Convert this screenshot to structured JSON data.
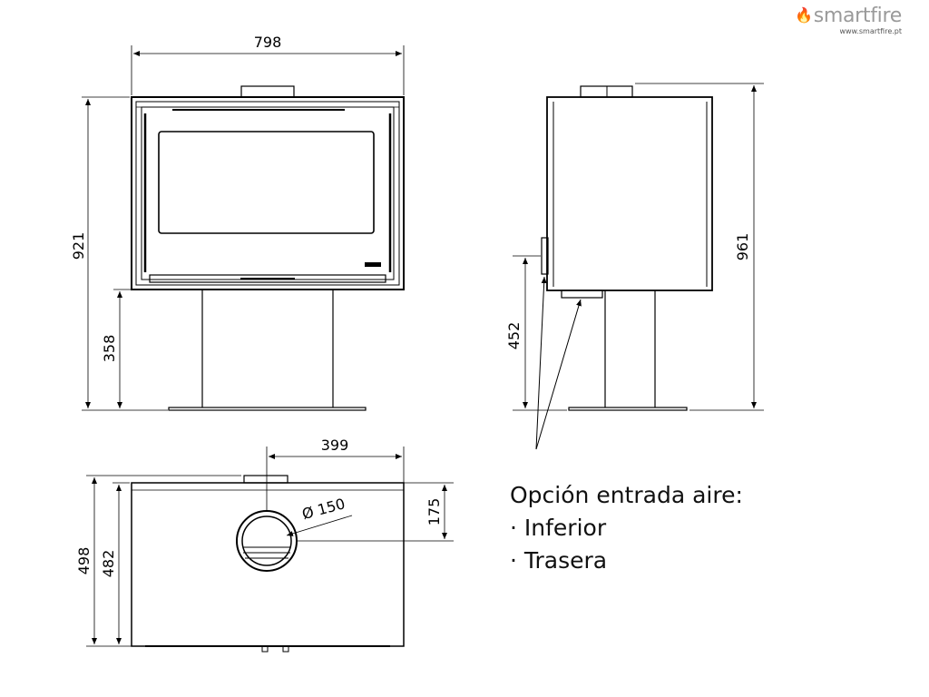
{
  "brand": {
    "name": "smartfire",
    "url": "www.smartfire.pt"
  },
  "dimensions": {
    "front_width": "798",
    "front_height": "921",
    "front_base_height": "358",
    "side_height": "961",
    "side_inlet_height": "452",
    "top_offset": "399",
    "top_inlet_depth": "175",
    "top_diameter": "Ø 150",
    "top_depth_outer": "498",
    "top_depth_inner": "482"
  },
  "note": {
    "title": "Opción entrada aire:",
    "items": [
      "· Inferior",
      "· Trasera"
    ]
  }
}
